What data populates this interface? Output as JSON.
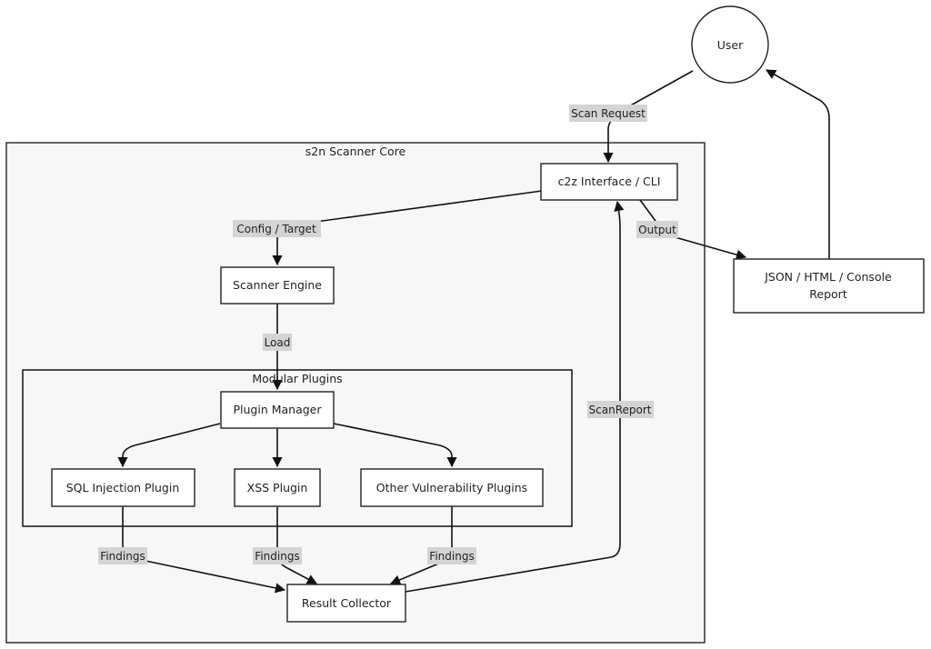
{
  "diagram": {
    "clusters": {
      "core": "s2n Scanner Core",
      "plugins": "Modular Plugins"
    },
    "nodes": {
      "user": "User",
      "interface": "c2z Interface / CLI",
      "engine": "Scanner Engine",
      "manager": "Plugin Manager",
      "sql": "SQL Injection Plugin",
      "xss": "XSS Plugin",
      "other": "Other Vulnerability Plugins",
      "collector": "Result Collector",
      "report_line1": "JSON / HTML / Console",
      "report_line2": "Report"
    },
    "edges": {
      "scan_request": "Scan Request",
      "config_target": "Config / Target",
      "load": "Load",
      "findings_sql": "Findings",
      "findings_xss": "Findings",
      "findings_other": "Findings",
      "scan_report": "ScanReport",
      "output": "Output"
    },
    "colors": {
      "cluster_fill": "#f7f7fa",
      "stroke": "#222222",
      "label_bg": "#d4d4d4"
    }
  }
}
